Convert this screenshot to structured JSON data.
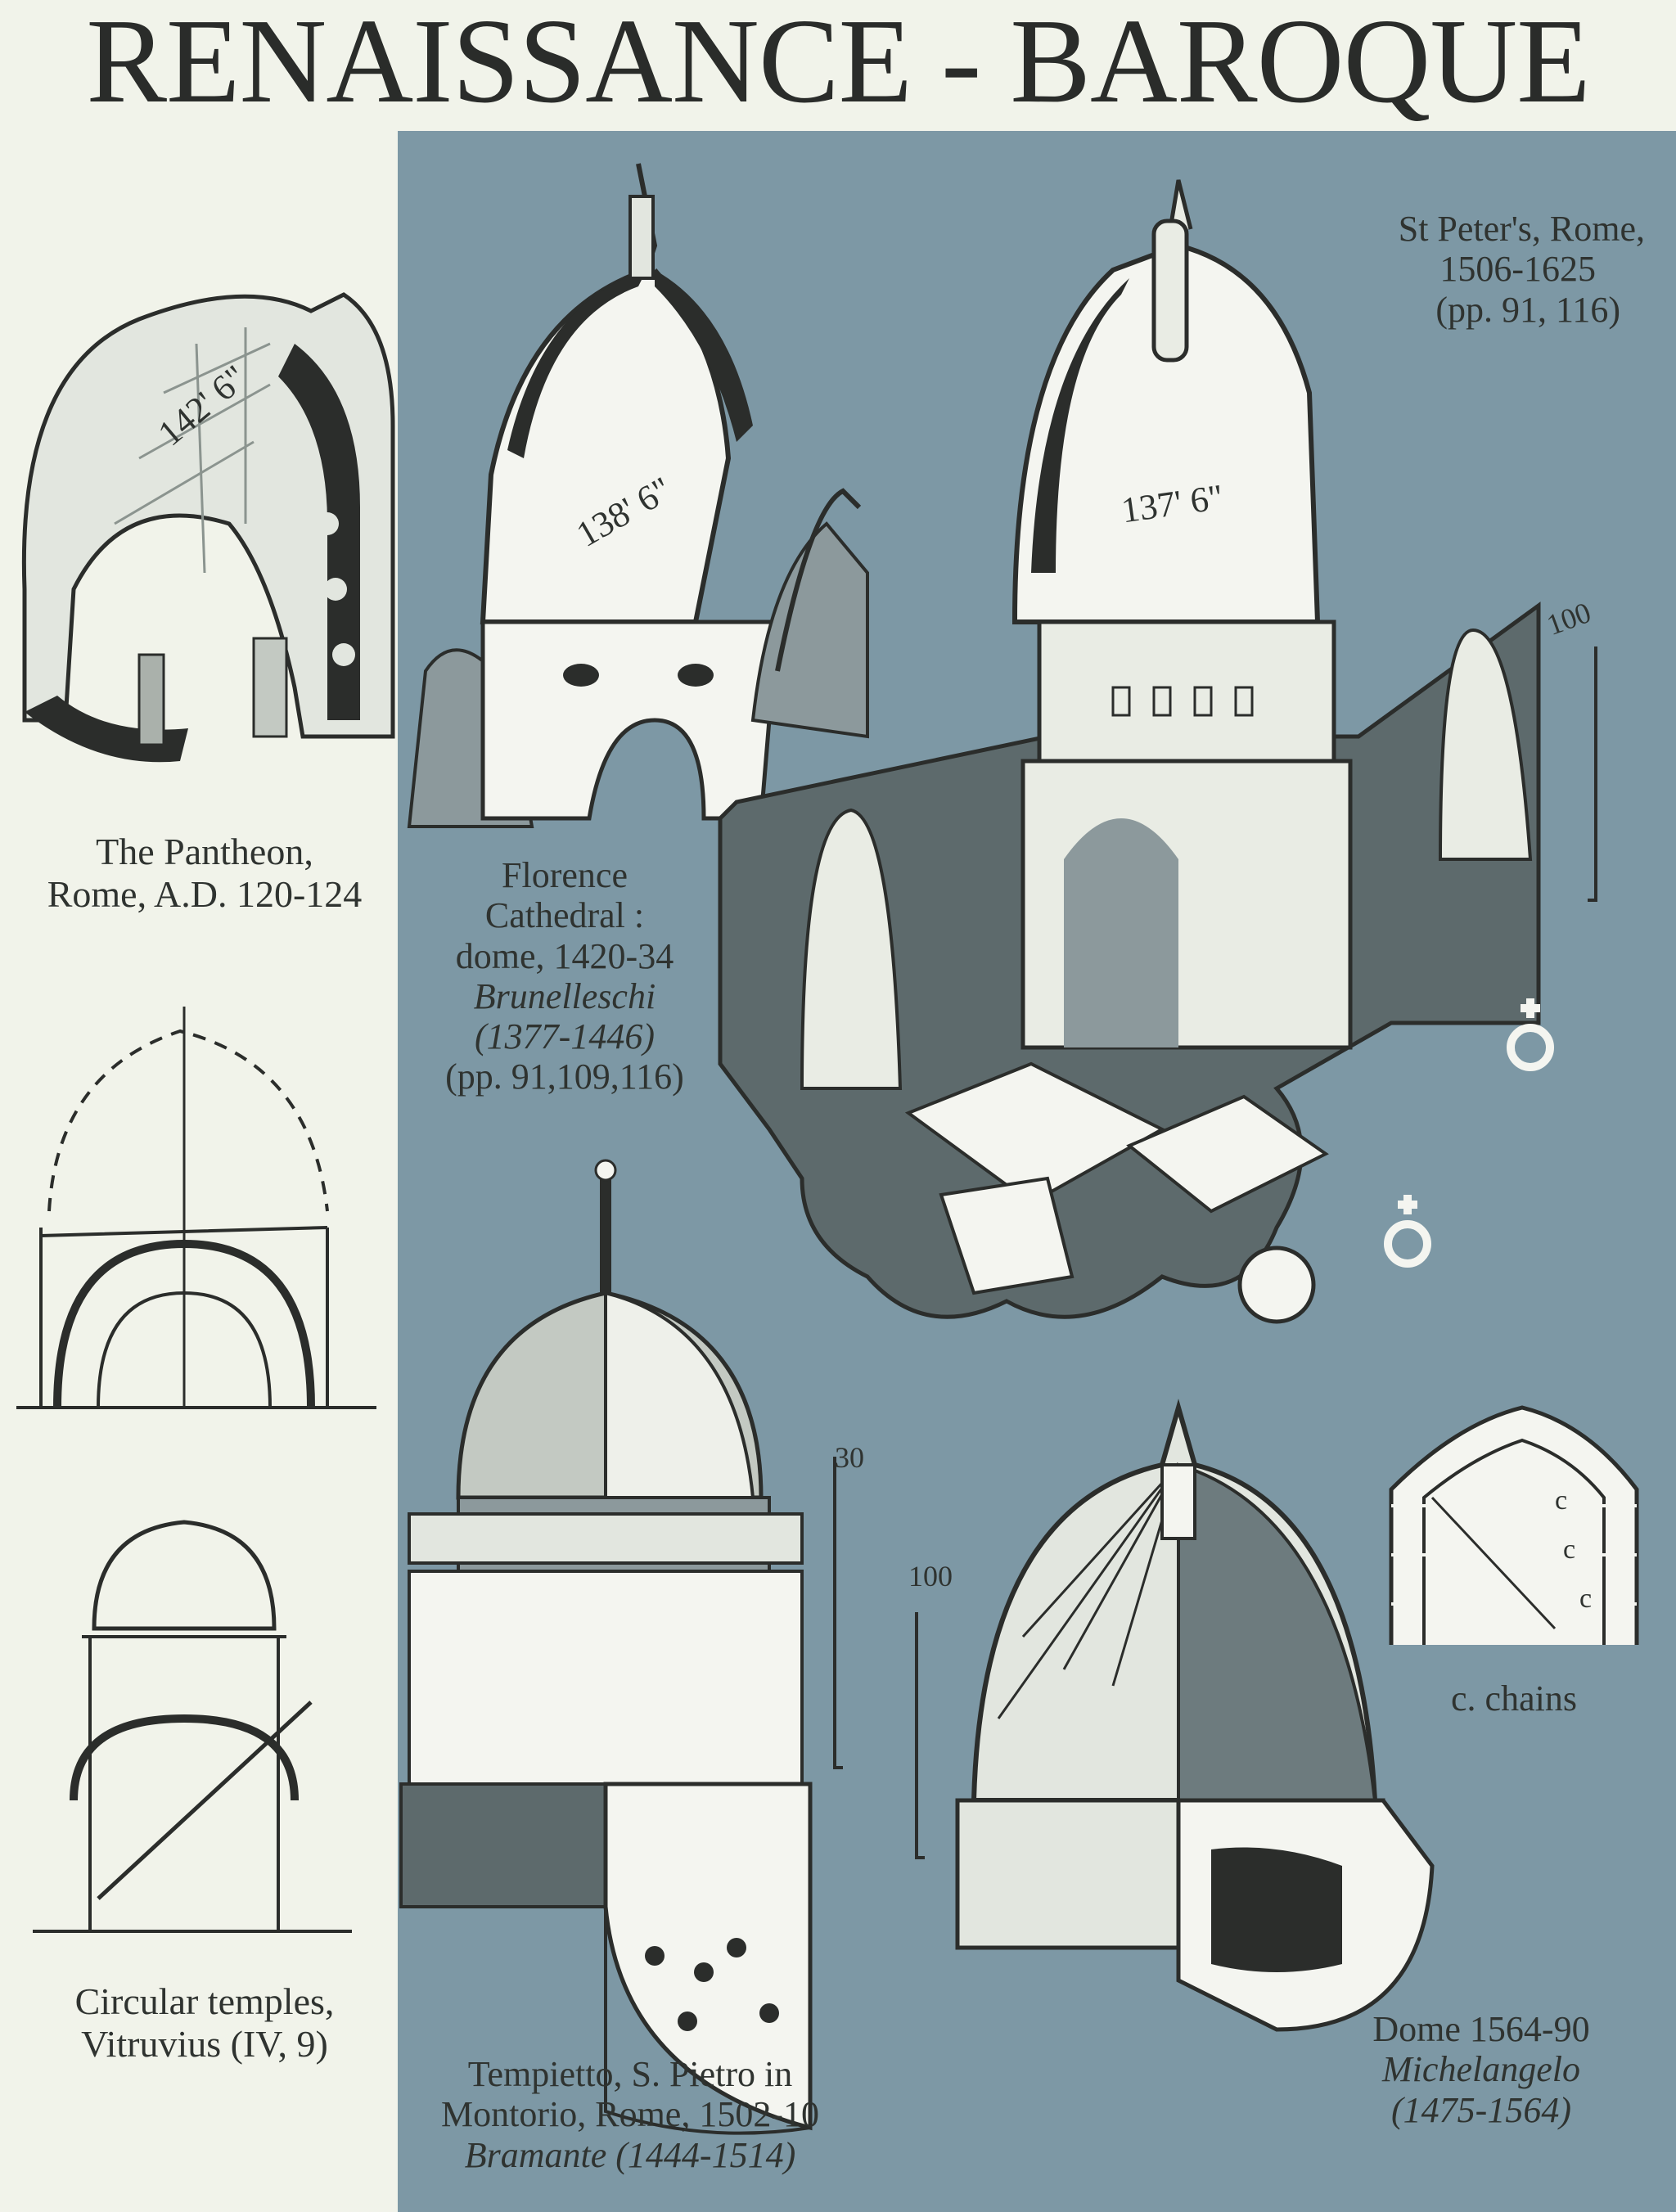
{
  "title": "RENAISSANCE - BAROQUE",
  "captions": {
    "pantheon": {
      "name": "The Pantheon,",
      "place": "Rome, A.D. 120-124",
      "dimension": "142' 6\""
    },
    "florence": {
      "line1": "Florence",
      "line2": "Cathedral :",
      "line3": "dome, 1420-34",
      "architect": "Brunelleschi",
      "dates": "(1377-1446)",
      "refs": "(pp. 91,109,116)",
      "dimension": "138' 6\""
    },
    "st_peters": {
      "line1": "St Peter's, Rome,",
      "line2": "1506-1625",
      "refs": "(pp. 91, 116)",
      "dimension": "137' 6\""
    },
    "vitruvius": {
      "line1": "Circular temples,",
      "line2": "Vitruvius (IV, 9)"
    },
    "tempietto": {
      "line1": "Tempietto, S. Pietro in",
      "line2": "Montorio, Rome, 1502-10",
      "architect": "Bramante",
      "dates": "(1444-1514)"
    },
    "dome": {
      "line1": "Dome 1564-90",
      "architect": "Michelangelo",
      "dates": "(1475-1564)"
    },
    "chains": {
      "label": "c. chains",
      "marker": "c"
    }
  },
  "scale_labels": {
    "s100a": "100",
    "s30": "30",
    "s100b": "100"
  },
  "colors": {
    "background": "#f1f3ea",
    "panel": "#7d98a5",
    "ink": "#2b2d2b",
    "shade": "#5d6a6c",
    "light": "#e9ece4"
  }
}
